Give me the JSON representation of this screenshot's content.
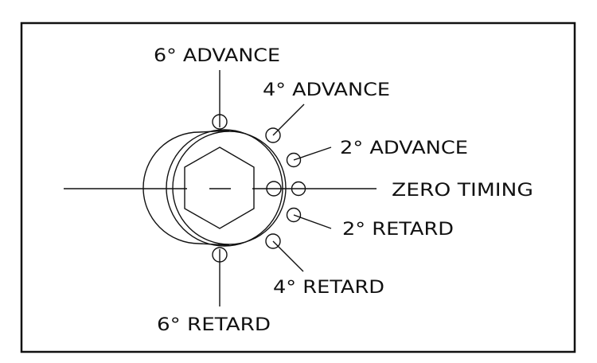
{
  "diagram": {
    "labels": {
      "adv6": "6° ADVANCE",
      "adv4": "4° ADVANCE",
      "adv2": "2° ADVANCE",
      "zero": "ZERO TIMING",
      "ret2": "2° RETARD",
      "ret4": "4° RETARD",
      "ret6": "6° RETARD"
    },
    "line_color": "#111111",
    "background": "#ffffff"
  }
}
